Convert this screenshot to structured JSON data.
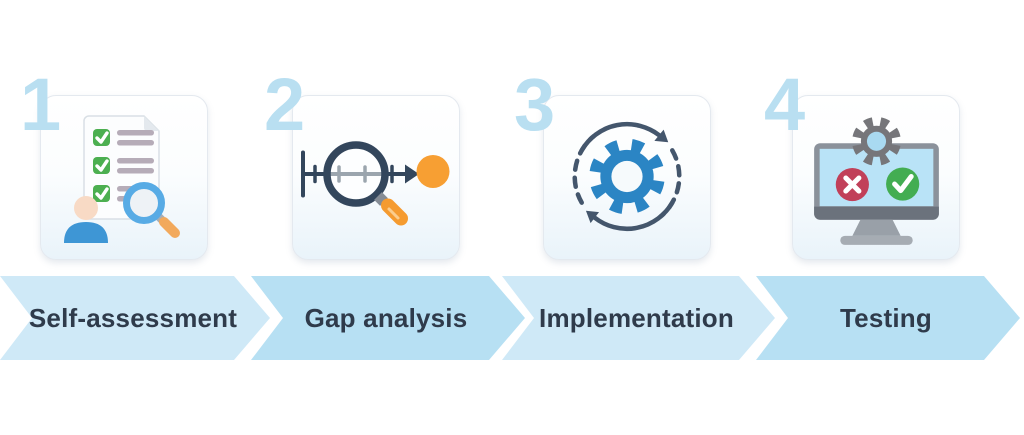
{
  "diagram": {
    "kind": "process-flow",
    "steps": [
      {
        "number": "1",
        "label": "Self-assessment",
        "icon": "checklist-person-magnifier-icon",
        "banner_color": "#cfe9f7"
      },
      {
        "number": "2",
        "label": "Gap analysis",
        "icon": "timeline-magnifier-goal-icon",
        "banner_color": "#b7e0f3"
      },
      {
        "number": "3",
        "label": "Implementation",
        "icon": "gear-cycle-arrows-icon",
        "banner_color": "#cfe9f7"
      },
      {
        "number": "4",
        "label": "Testing",
        "icon": "monitor-pass-fail-icon",
        "banner_color": "#b7e0f3"
      }
    ],
    "colors": {
      "step_number": "#b9dff1",
      "banner_light": "#cfe9f7",
      "banner_dark": "#b7e0f3",
      "banner_text": "#2f3b4b",
      "card_border": "#e4e9ef",
      "accent_blue": "#3e96d5",
      "accent_navy": "#33465c",
      "accent_orange": "#f79f33",
      "gear_blue": "#2b85c4",
      "check_green": "#4caf50",
      "fail_red": "#c14059",
      "pass_green": "#43ad52",
      "monitor_gray": "#8b929b",
      "screen_blue": "#b9e3f7"
    }
  }
}
